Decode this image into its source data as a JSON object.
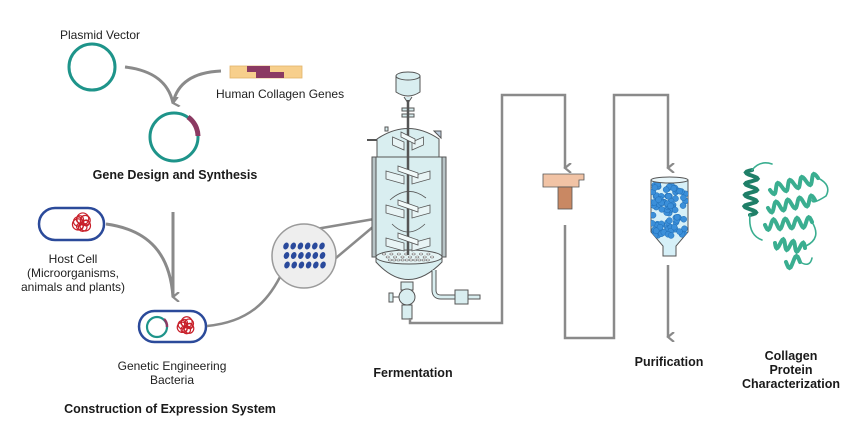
{
  "colors": {
    "plasmid": "#1e948a",
    "insert": "#8b3a62",
    "gene_bg": "#f7cf8c",
    "gene_fg": "#8b3a62",
    "cell_outline": "#2b4a9a",
    "dna": "#c8202a",
    "arrow": "#8a8a8a",
    "vessel_fill": "#d9eef0",
    "vessel_stroke": "#555555",
    "filter_top": "#f1c3a5",
    "filter_bottom": "#c98863",
    "beads": "#3b8fd9",
    "bacteria": "#2a4a9c",
    "protein": "#3aae90"
  },
  "labels": {
    "plasmid_vector": "Plasmid Vector",
    "human_collagen_genes": "Human Collagen Genes",
    "gene_design": "Gene Design and Synthesis",
    "host_cell": "Host Cell\n(Microorganisms,\nanimals and plants)",
    "genetic_engineering": "Genetic Engineering\nBacteria",
    "construction": "Construction of Expression System",
    "fermentation": "Fermentation",
    "purification": "Purification",
    "characterization": "Collagen Protein\nCharacterization"
  },
  "icons": {
    "plasmid": "plasmid-icon",
    "gene": "gene-segment-icon",
    "recombinant_plasmid": "recombinant-plasmid-icon",
    "host_cell": "host-cell-icon",
    "engineered_bacteria": "engineered-bacteria-icon",
    "bacteria_culture": "bacteria-magnifier-icon",
    "fermenter": "bioreactor-icon",
    "filter": "filtration-icon",
    "column": "chromatography-column-icon",
    "protein": "protein-structure-icon"
  }
}
